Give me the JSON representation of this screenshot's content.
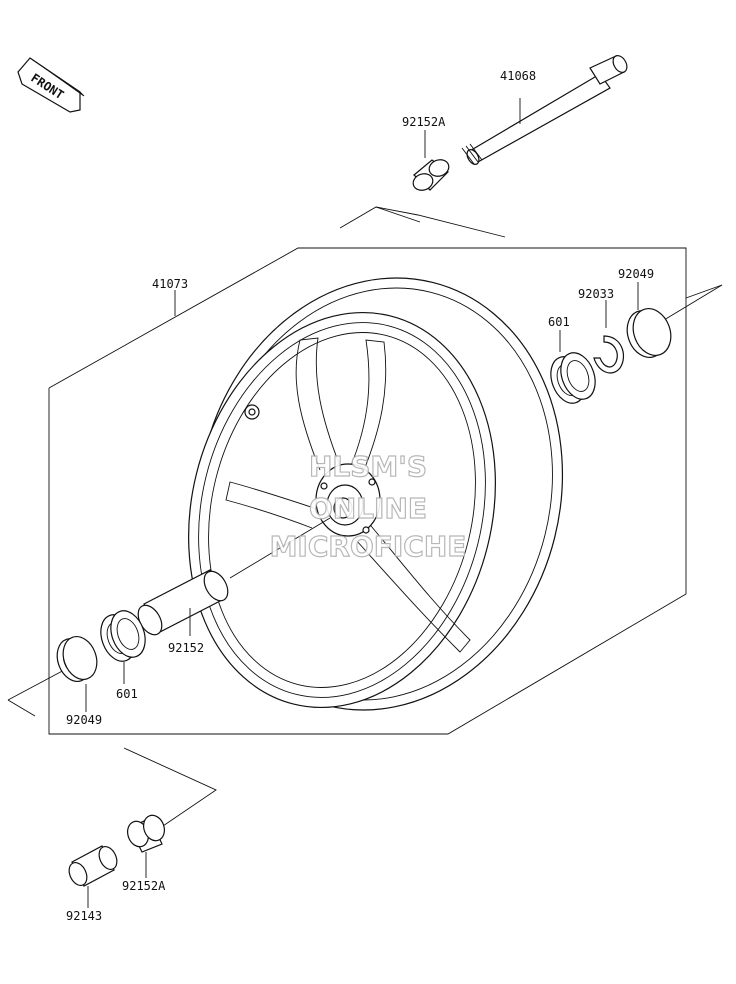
{
  "front_arrow": {
    "label": "FRONT"
  },
  "parts": {
    "axle": "41068",
    "collar_upper": "92152A",
    "wheel": "41073",
    "seal_right": "92049",
    "circlip": "92033",
    "bearing_right": "601",
    "spacer": "92152",
    "bearing_left": "601",
    "seal_left": "92049",
    "collar_lower": "92152A",
    "bolt": "92143"
  },
  "watermark": {
    "line1": "HLSM'S",
    "line2": "ONLINE",
    "line3": "MICROFICHE"
  },
  "colors": {
    "line": "#111111",
    "watermark_stroke": "#b0b0b0"
  }
}
